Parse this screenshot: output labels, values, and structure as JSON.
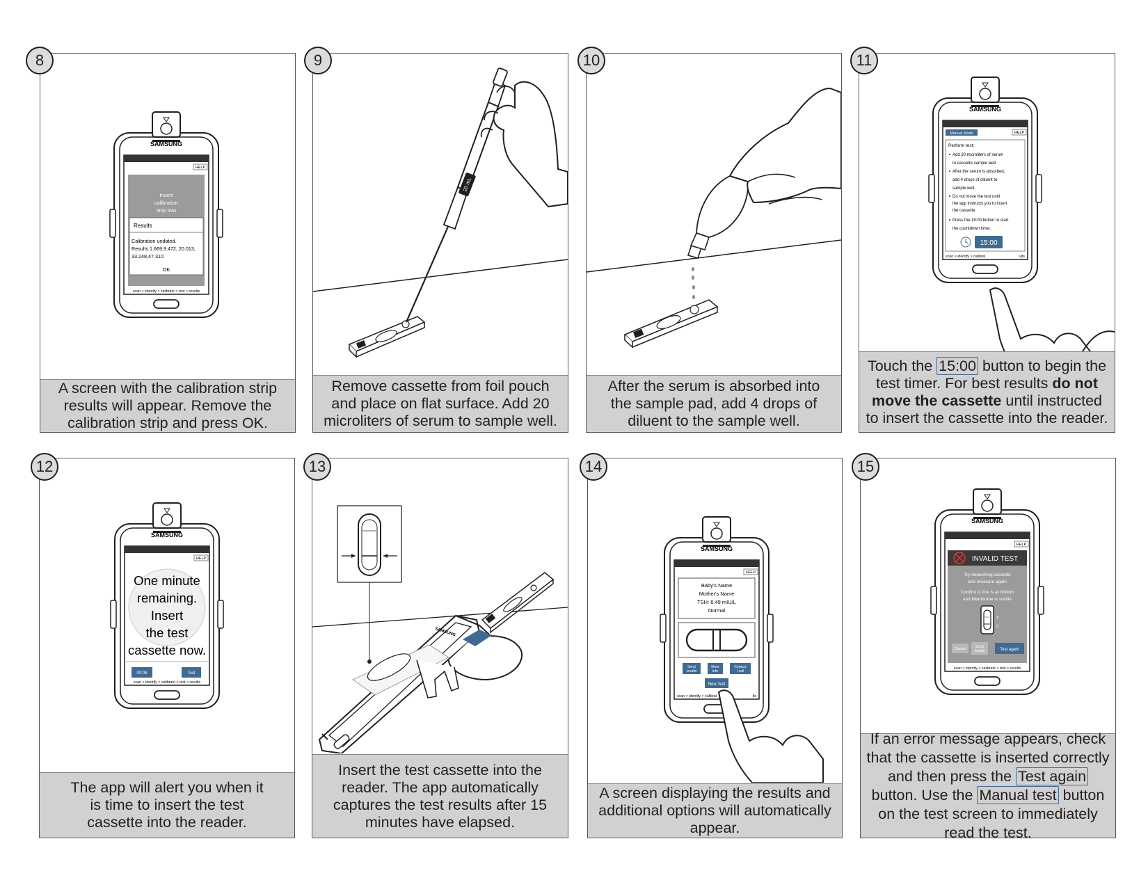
{
  "brand": "SAMSUNG",
  "ui": {
    "help": "HELP",
    "nav": "scan > identify > calibrate > test > results",
    "nav_short_11": "scan > identify > calibrat",
    "nav_end_11": "ults",
    "nav_short_14": "scan > identify > calibrat",
    "nav_end_14": "lts"
  },
  "steps": [
    {
      "num": "8",
      "caption": "A screen with the calibration strip results will appear. Remove the calibration strip and press OK."
    },
    {
      "num": "9",
      "caption": "Remove cassette from foil pouch and place on flat surface. Add 20 microliters of serum to sample well."
    },
    {
      "num": "10",
      "caption": "After the serum is absorbed into the sample pad, add 4 drops of diluent to the sample well."
    },
    {
      "num": "11",
      "caption_a": "Touch the ",
      "caption_hl": "15:00",
      "caption_b": " button to begin the test timer. For best results ",
      "caption_bold": "do not move the cassette",
      "caption_c": " until instructed to insert the cassette into the reader."
    },
    {
      "num": "12",
      "caption": "The app will alert you when it is time to insert the test cassette into the reader."
    },
    {
      "num": "13",
      "caption": "Insert the test cassette into the reader. The app automatically captures the test results after 15 minutes  have elapsed."
    },
    {
      "num": "14",
      "caption": "A screen displaying the results and additional options will automatically appear."
    },
    {
      "num": "15",
      "caption_a": "If an error message appears, check that the cassette is inserted correctly and then press the ",
      "caption_hl1": "Test again",
      "caption_b": " button. Use the ",
      "caption_hl2": "Manual test",
      "caption_c": " button on the test screen to immediately read the test."
    }
  ],
  "screen8": {
    "dialog_lines": [
      "Insert",
      "calibration",
      "strip into"
    ],
    "results_title": "Results",
    "results_lines": [
      "Calibration undated.",
      "Results 1.669,9.472, 20.013,",
      "33.248,47.310"
    ],
    "ok": "OK"
  },
  "pipette_label": "20 mL",
  "screen11": {
    "mode": "Manual Mode",
    "title": "Perform test:",
    "bullets": [
      [
        "Add 20 microliters of serum",
        "to cassette sample well."
      ],
      [
        "After the serum is absorbed,",
        "add 4 drops of diluent to",
        "sample well."
      ],
      [
        "Do not move the test until",
        "the app instructs you to insert",
        "the cassette."
      ],
      [
        "Press the 15:00 button to start",
        "the countdown timer."
      ]
    ],
    "timer": "15:00"
  },
  "screen12": {
    "message_lines": [
      "One minute",
      "remaining.",
      "Insert",
      "the test",
      "cassette now."
    ],
    "timer": "00:08",
    "test_button": "Test"
  },
  "screen14": {
    "info_lines": [
      "Baby's Name",
      "Mother's Name",
      "TSH: 6.49 mIU/L",
      "Normal"
    ],
    "buttons": [
      [
        "Send",
        "results"
      ],
      [
        "More",
        "info"
      ],
      [
        "Contact",
        "+call"
      ]
    ],
    "new_test": "New Test"
  },
  "screen15": {
    "title": "INVALID TEST",
    "msg1": [
      "Try reinserting cassette",
      "and measure again"
    ],
    "msg2": [
      "Confirm C line is at bottom",
      "and Membrane is visible"
    ],
    "t_label": "T",
    "c_label": "C",
    "cancel": "Cancel",
    "send": [
      "Send",
      "results"
    ],
    "test_again": "Test again"
  }
}
